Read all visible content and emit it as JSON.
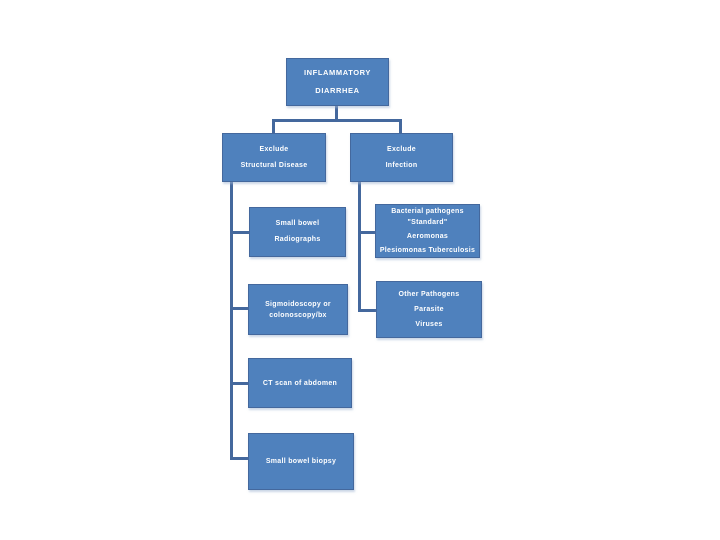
{
  "colors": {
    "box_fill": "#4F81BD",
    "box_border": "#44689D",
    "connector": "#44689D",
    "text": "#FFFFFF",
    "background": "#FFFFFF"
  },
  "diagram": {
    "title": {
      "line1": "INFLAMMATORY",
      "line2": "DIARRHEA"
    },
    "exclude_structural": {
      "line1": "Exclude",
      "line2": "Structural Disease"
    },
    "exclude_infection": {
      "line1": "Exclude",
      "line2": "Infection"
    },
    "small_bowel_radiographs": {
      "line1": "Small bowel",
      "line2": "Radiographs"
    },
    "bacterial_pathogens": {
      "line1": "Bacterial pathogens",
      "line2": "\"Standard\"",
      "line3": "Aeromonas",
      "line4": "Plesiomonas Tuberculosis"
    },
    "sigmoidoscopy": {
      "line1": "Sigmoidoscopy or",
      "line2": "colonoscopy/bx"
    },
    "other_pathogens": {
      "line1": "Other Pathogens",
      "line2": "Parasite",
      "line3": "Viruses"
    },
    "ct_scan": {
      "line1": "CT scan of abdomen"
    },
    "small_bowel_biopsy": {
      "line1": "Small bowel biopsy"
    }
  }
}
